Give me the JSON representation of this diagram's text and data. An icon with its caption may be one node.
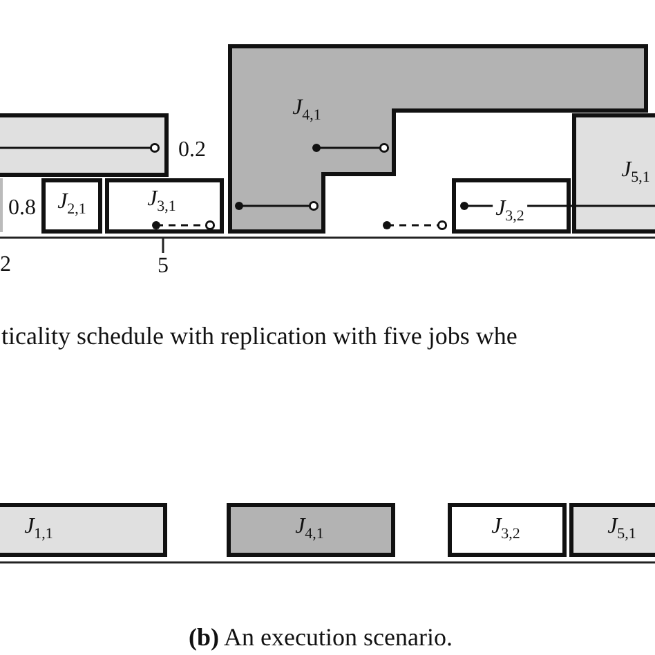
{
  "diagram": {
    "caption": "**(b)** An execution scenario.",
    "nodes": [
      {
        "text": [
          "*J*$_{4,1}$"
        ]
      },
      {
        "text": [],
        "shape": "box"
      },
      {
        "text": [
          "*J*$_{5,1}$"
        ]
      },
      {
        "text": [],
        "shape": "bar"
      },
      {
        "text": [
          "*J*$_{2,1}$"
        ]
      },
      {
        "text": [
          "*J*$_{3,1}$"
        ]
      },
      {
        "text": [
          "*J*$_{3,2}$"
        ]
      },
      {
        "text": [
          "*J*$_{1,1}$"
        ]
      },
      {
        "text": [
          "*J*$_{4,1}$"
        ]
      },
      {
        "text": [
          "*J*$_{3,2}$"
        ]
      },
      {
        "text": [
          "*J*$_{5,1}$"
        ]
      }
    ],
    "labels": [
      "0.2",
      "0.8",
      "2",
      "5",
      "ticality schedule with replication with five jobs whe"
    ]
  }
}
